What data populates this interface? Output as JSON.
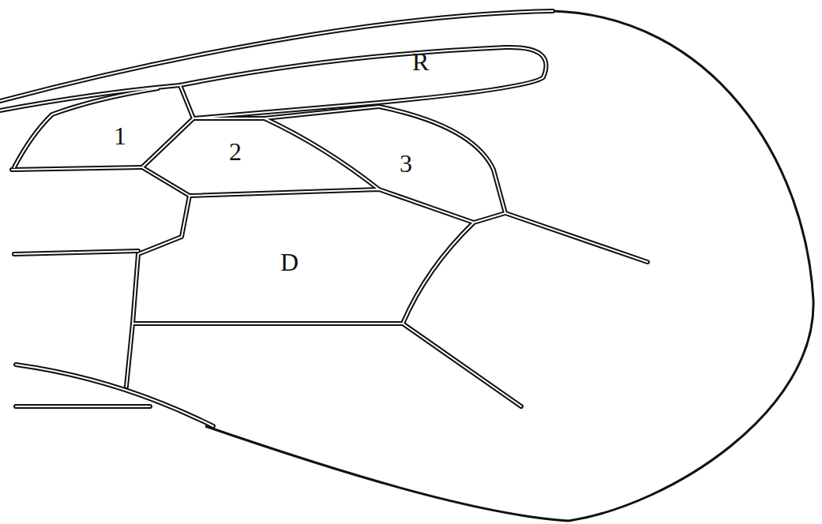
{
  "diagram": {
    "labels": [
      "R",
      "1",
      "2",
      "3",
      "D"
    ]
  }
}
